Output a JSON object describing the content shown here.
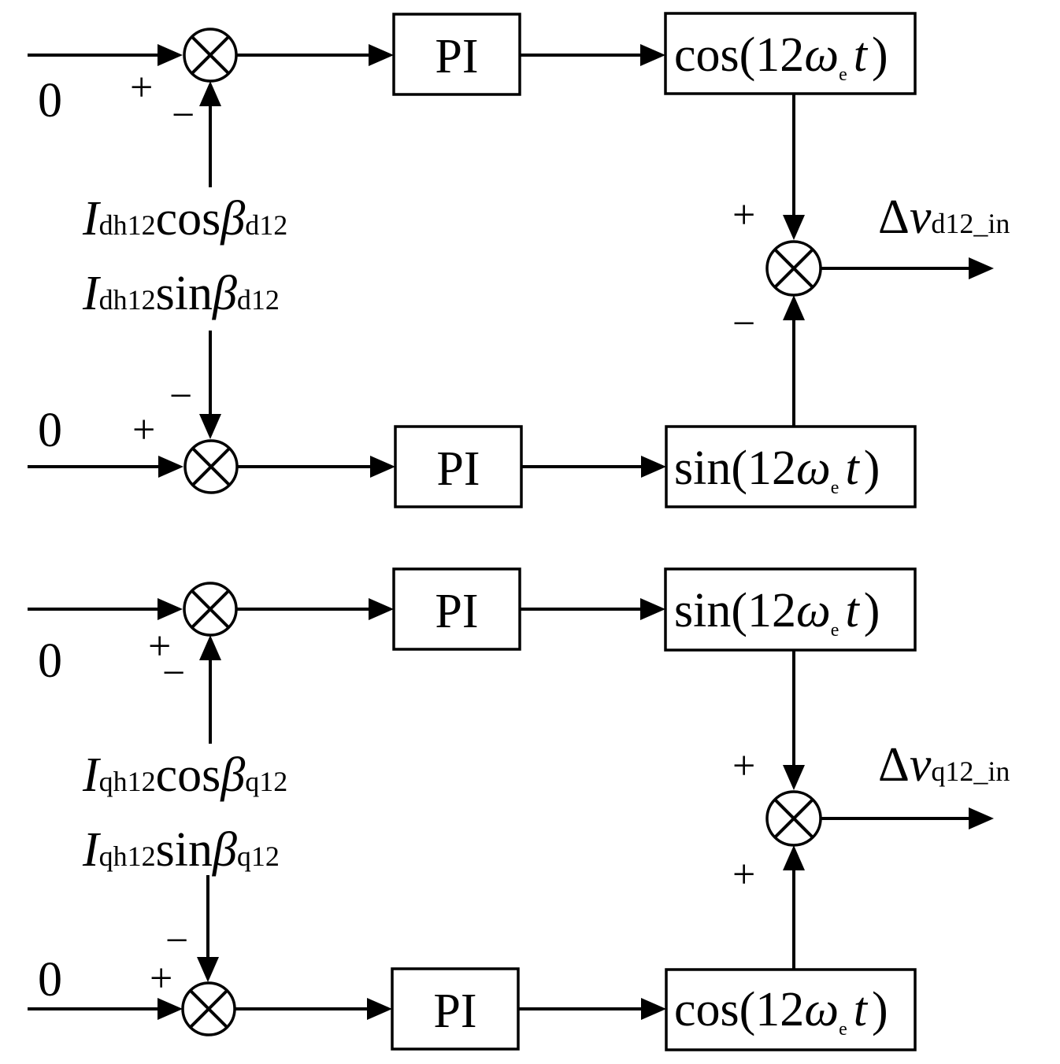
{
  "zero_labels": [
    "0",
    "0",
    "0",
    "0"
  ],
  "pi_labels": [
    "PI",
    "PI",
    "PI",
    "PI"
  ],
  "signs": {
    "plus": "+",
    "minus": "−"
  },
  "blocks": {
    "d_upper": {
      "fn": "cos",
      "arg_pre": "(12",
      "omega": "ω",
      "sub": "e",
      "t": "t",
      "close": ")"
    },
    "d_lower": {
      "fn": "sin",
      "arg_pre": "(12",
      "omega": "ω",
      "sub": "e",
      "t": "t",
      "close": ")"
    },
    "q_upper": {
      "fn": "sin",
      "arg_pre": "(12",
      "omega": "ω",
      "sub": "e",
      "t": "t",
      "close": ")"
    },
    "q_lower": {
      "fn": "cos",
      "arg_pre": "(12",
      "omega": "ω",
      "sub": "e",
      "t": "t",
      "close": ")"
    }
  },
  "feedback": {
    "d_cos": {
      "I": "I",
      "sub": "dh12",
      "fn": "cos",
      "beta": "β",
      "beta_sub": "d12"
    },
    "d_sin": {
      "I": "I",
      "sub": "dh12",
      "fn": "sin",
      "beta": "β",
      "beta_sub": "d12"
    },
    "q_cos": {
      "I": "I",
      "sub": "qh12",
      "fn": "cos",
      "beta": "β",
      "beta_sub": "q12"
    },
    "q_sin": {
      "I": "I",
      "sub": "qh12",
      "fn": "sin",
      "beta": "β",
      "beta_sub": "q12"
    }
  },
  "outputs": {
    "d": {
      "delta": "Δ",
      "v": "v",
      "sub": "d12_in"
    },
    "q": {
      "delta": "Δ",
      "v": "v",
      "sub": "q12_in"
    }
  }
}
